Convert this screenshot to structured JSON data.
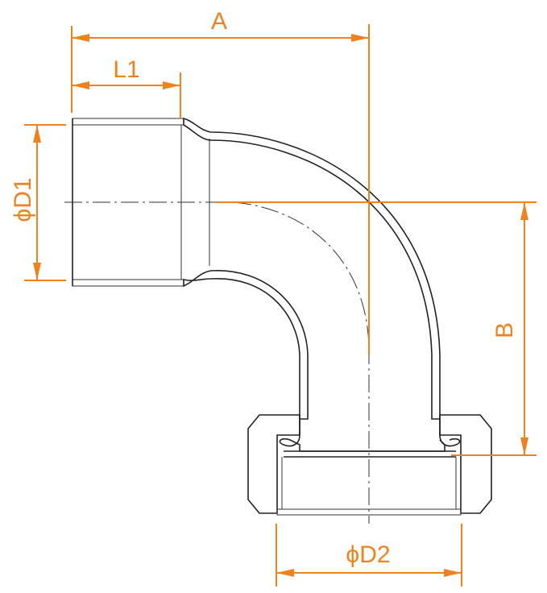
{
  "labels": {
    "A": "A",
    "L1": "L1",
    "D1": "ϕD1",
    "B": "B",
    "D2": "ϕD2"
  },
  "colors": {
    "dimension": "#f0821e",
    "outline": "#222222"
  }
}
